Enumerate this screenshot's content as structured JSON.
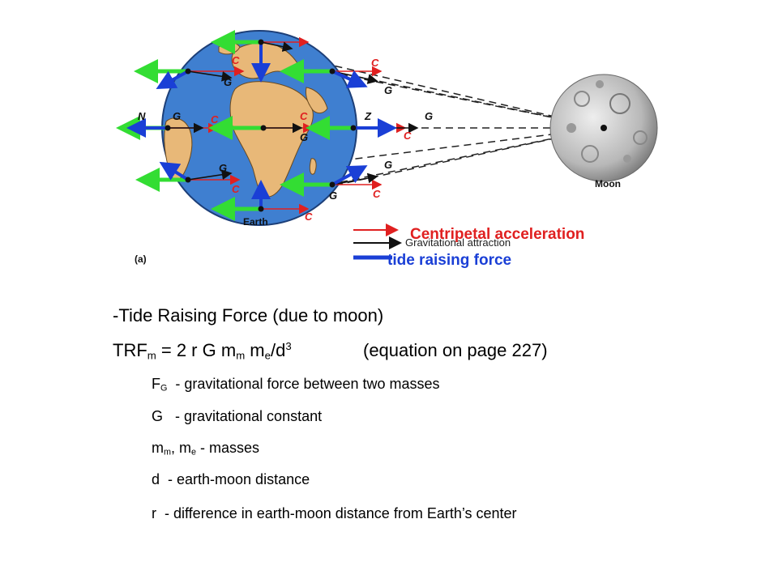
{
  "diagram": {
    "panel_label": "(a)",
    "moon_label": "Moon",
    "earth_label": "Earth",
    "point_labels": {
      "n": "N",
      "z": "Z",
      "g": "G",
      "c": "C"
    },
    "legend": {
      "centripetal": "Centripetal acceleration",
      "gravitational": "Gravitational attraction",
      "tide": "tide raising force"
    },
    "colors": {
      "centripetal": "#e02020",
      "gravitational": "#111111",
      "tide": "#1a3fd6",
      "green": "#33dd33",
      "earth_ocean": "#3f7fd0",
      "land": "#e8b878"
    }
  },
  "text": {
    "heading": "-Tide Raising Force (due to moon)",
    "eq_prefix": "TRF",
    "eq_sub_m": "m",
    "eq_mid": " = 2 r G m",
    "eq_sub_m2": "m",
    "eq_me": " m",
    "eq_sub_e": "e",
    "eq_d": "/d",
    "eq_sup": "3",
    "eq_ref": "(equation on page 227)",
    "def_fg_f": "F",
    "def_fg_sub": "G",
    "def_fg": "  - gravitational force between two masses",
    "def_g": "G   - gravitational constant",
    "def_m_m": "m",
    "def_m_sub1": "m",
    "def_m_mid": ", m",
    "def_m_sub2": "e",
    "def_m_tail": " - masses",
    "def_d": "d  - earth-moon distance",
    "def_r": "r  - difference in earth-moon distance from Earth’s center"
  }
}
